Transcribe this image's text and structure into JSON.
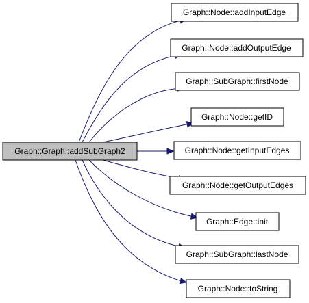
{
  "diagram": {
    "type": "call-graph",
    "source": {
      "label": "Graph::Graph::addSubGraph2"
    },
    "targets": [
      {
        "label": "Graph::Node::addInputEdge"
      },
      {
        "label": "Graph::Node::addOutputEdge"
      },
      {
        "label": "Graph::SubGraph::firstNode"
      },
      {
        "label": "Graph::Node::getID"
      },
      {
        "label": "Graph::Node::getInputEdges"
      },
      {
        "label": "Graph::Node::getOutputEdges"
      },
      {
        "label": "Graph::Edge::init"
      },
      {
        "label": "Graph::SubGraph::lastNode"
      },
      {
        "label": "Graph::Node::toString"
      }
    ],
    "colors": {
      "edge": "#191970",
      "source_fill": "#bfbfbf",
      "node_fill": "#ffffff",
      "border": "#000000"
    }
  }
}
